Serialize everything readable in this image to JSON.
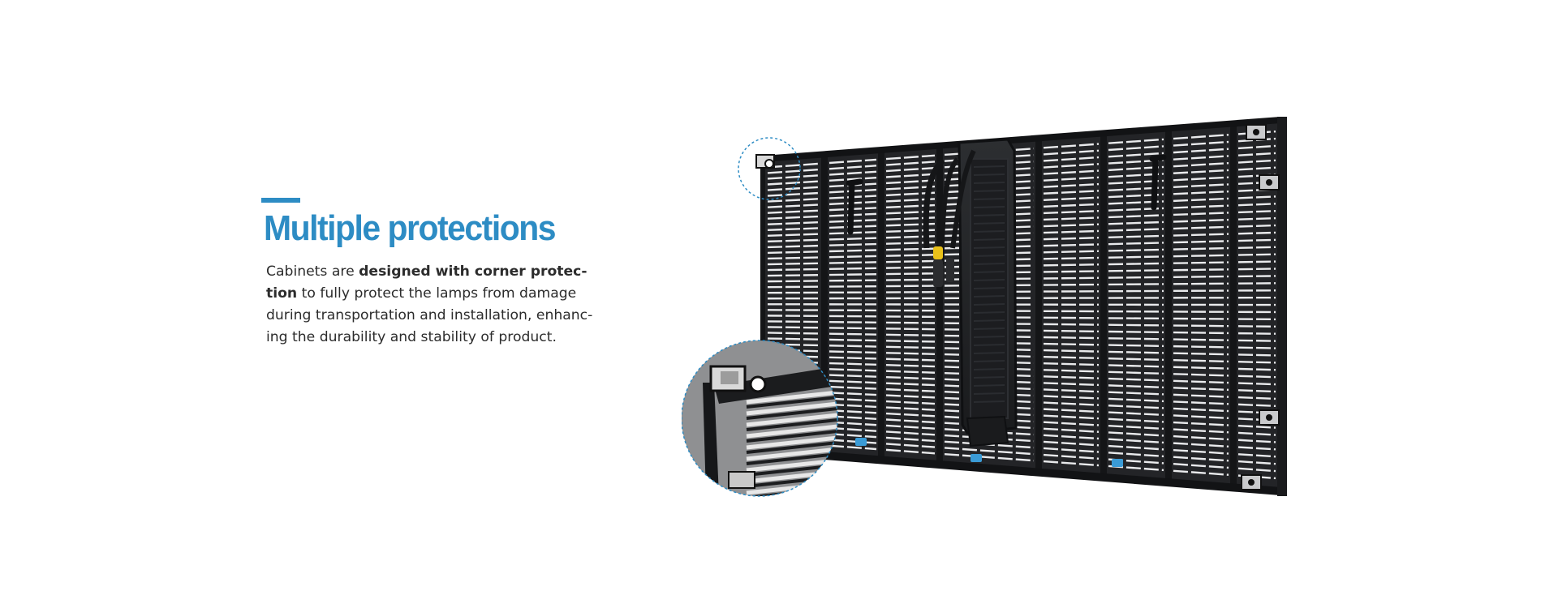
{
  "section": {
    "heading": "Multiple protections",
    "body_lines": [
      {
        "pre": "Cabinets are ",
        "bold": "designed with corner protec-",
        "post": ""
      },
      {
        "pre": "",
        "bold": "tion",
        "post": " to fully protect the lamps from damage"
      },
      {
        "pre": "during transportation and installation, enhanc-",
        "bold": "",
        "post": ""
      },
      {
        "pre": "ing the durability and stability of product.",
        "bold": "",
        "post": ""
      }
    ]
  },
  "colors": {
    "accent": "#2d8cc4",
    "body_text": "#2c2c2c",
    "cabinet_frame": "#1b1c1e",
    "connector_blue": "#3a9bd6",
    "connector_yellow": "#e9c11a"
  },
  "product_image": {
    "subject": "led-cabinet",
    "callout": "corner-protection-detail"
  }
}
